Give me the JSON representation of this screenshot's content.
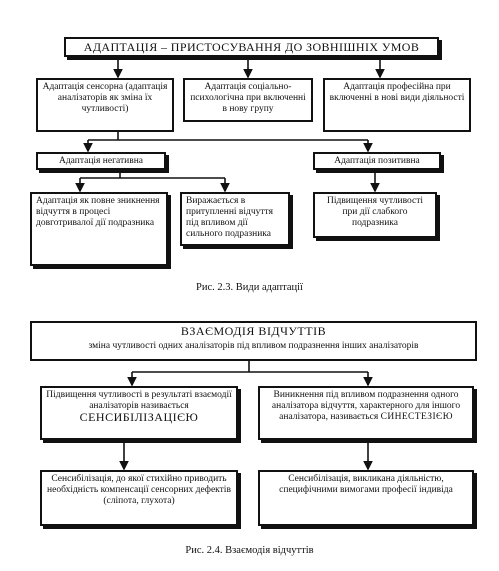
{
  "fig1": {
    "root": "АДАПТАЦІЯ – ПРИСТОСУВАННЯ ДО ЗОВНІШНІХ УМОВ",
    "sensory": "Адаптація сенсорна (адаптація аналізаторів як зміна їх чутливості)",
    "social": "Адаптація соціально-психологічна при включенні в нову групу",
    "professional": "Адаптація професійна при включенні в нові види діяльності",
    "negative": "Адаптація негативна",
    "positive": "Адаптація позитивна",
    "neg_leaf1": "Адаптація як повне зникнення відчуття в процесі довготривалої дії подразника",
    "neg_leaf2": "Виражається в притупленні відчуття під впливом дії сильного подразника",
    "pos_leaf": "Підвищення чутливості при дії слабкого подразника",
    "caption": "Рис. 2.3. Види адаптації"
  },
  "fig2": {
    "title": "ВЗАЄМОДІЯ ВІДЧУТТІВ",
    "subtitle": "зміна чутливості одних аналізаторів під впливом подразнення інших аналізаторів",
    "left_text": "Підвищення чутливості в результаті взаємодії аналізаторів називається",
    "left_term": "СЕНСИБІЛІЗАЦІЄЮ",
    "right_text": "Виникнення під впливом подразнення одного аналізатора відчуття, характерного для іншого аналізатора, називається",
    "right_term": "СИНЕСТЕЗІЄЮ",
    "leaf_left": "Сенсибілізація, до якої стихійно приводить необхідність компенсації сенсорних дефектів (сліпота, глухота)",
    "leaf_right": "Сенсибілізація, викликана діяльністю, специфічними вимогами професії індивіда",
    "caption": "Рис. 2.4. Взаємодія відчуттів"
  }
}
